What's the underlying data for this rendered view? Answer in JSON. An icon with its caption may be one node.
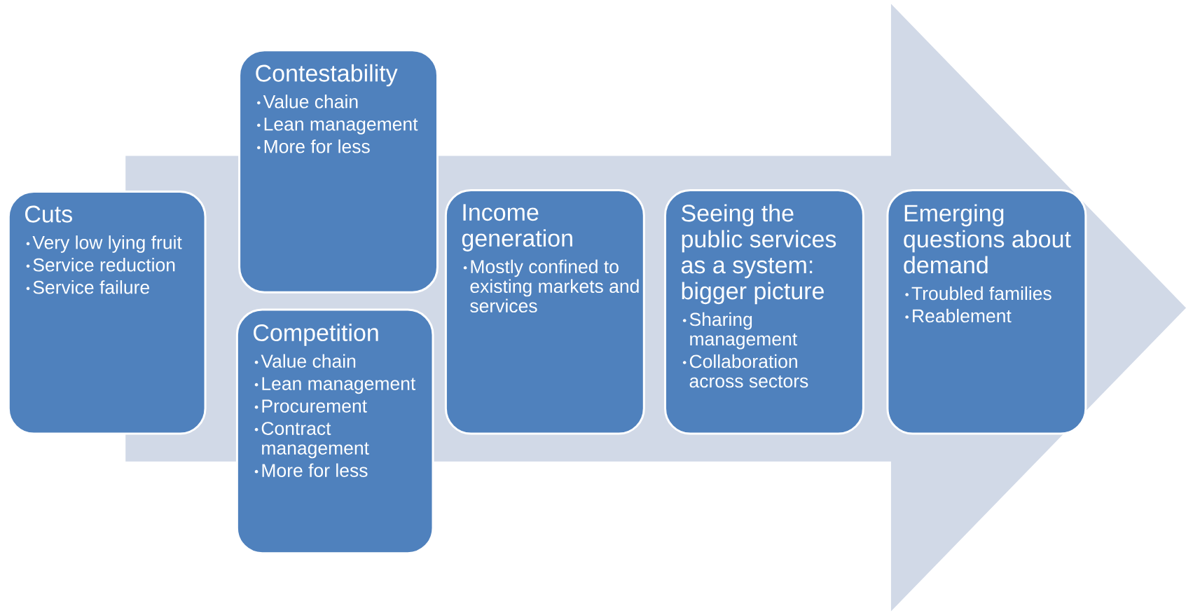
{
  "diagram": {
    "nodes": [
      {
        "text": [
          "Cuts",
          "Very low lying fruit",
          "Service reduction",
          "Service failure"
        ]
      },
      {
        "text": [
          "Contestability",
          "Value chain",
          "Lean management",
          "More for less"
        ]
      },
      {
        "text": [
          "Competition",
          "Value chain",
          "Lean management",
          "Procurement",
          "Contract management",
          "More for less"
        ]
      },
      {
        "text": [
          "Income generation",
          "Mostly confined to existing markets and services"
        ]
      },
      {
        "text": [
          "Seeing the public services as a system: bigger picture",
          "Sharing management",
          "Collaboration across sectors"
        ]
      },
      {
        "text": [
          "Emerging questions about demand",
          "Troubled families",
          "Reablement"
        ]
      }
    ]
  }
}
